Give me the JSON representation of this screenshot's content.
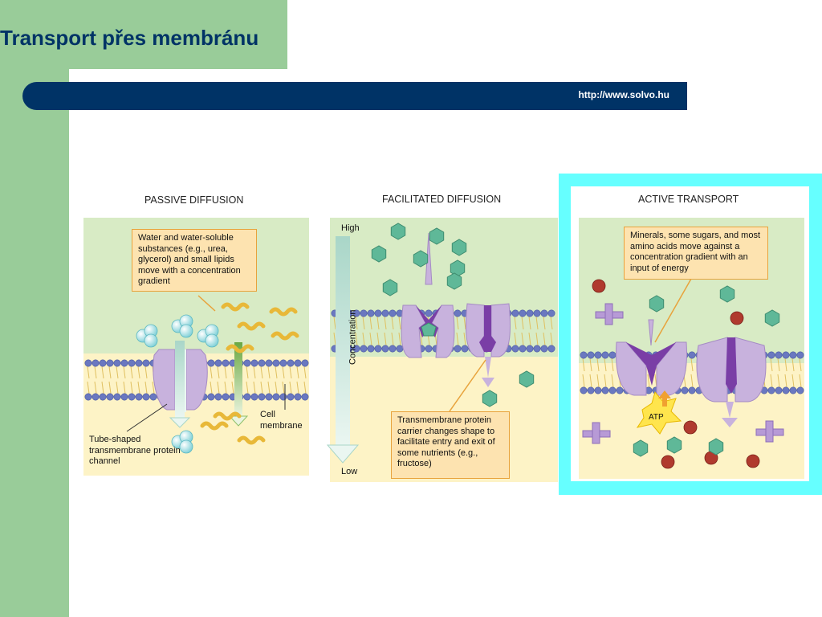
{
  "slide": {
    "title": "Transport přes membránu",
    "url": "http://www.solvo.hu"
  },
  "diagram": {
    "passive": {
      "title": "PASSIVE DIFFUSION",
      "callout": "Water and water-soluble substances (e.g., urea, glycerol) and small lipids move with a concentration gradient",
      "channel_label": "Tube-shaped transmembrane protein channel",
      "membrane_label": "Cell membrane"
    },
    "facilitated": {
      "title": "FACILITATED DIFFUSION",
      "high": "High",
      "low": "Low",
      "axis": "Concentration",
      "callout": "Transmembrane protein carrier changes shape to facilitate entry and exit of some nutrients (e.g., fructose)"
    },
    "active": {
      "title": "ACTIVE TRANSPORT",
      "callout": "Minerals, some sugars, and most amino acids move against a concentration gradient with an input of energy",
      "atp": "ATP"
    }
  },
  "colors": {
    "navy": "#003366",
    "green": "#99cc99",
    "cyan": "#66ffff",
    "panel_green": "#d8ebc5",
    "panel_yellow": "#fdf3c6",
    "protein_light": "#c8b2dd",
    "protein_dark": "#7a3ea6",
    "bead": "#6a78c0",
    "callout_fill": "#fde3b0",
    "callout_border": "#e8a33c"
  }
}
